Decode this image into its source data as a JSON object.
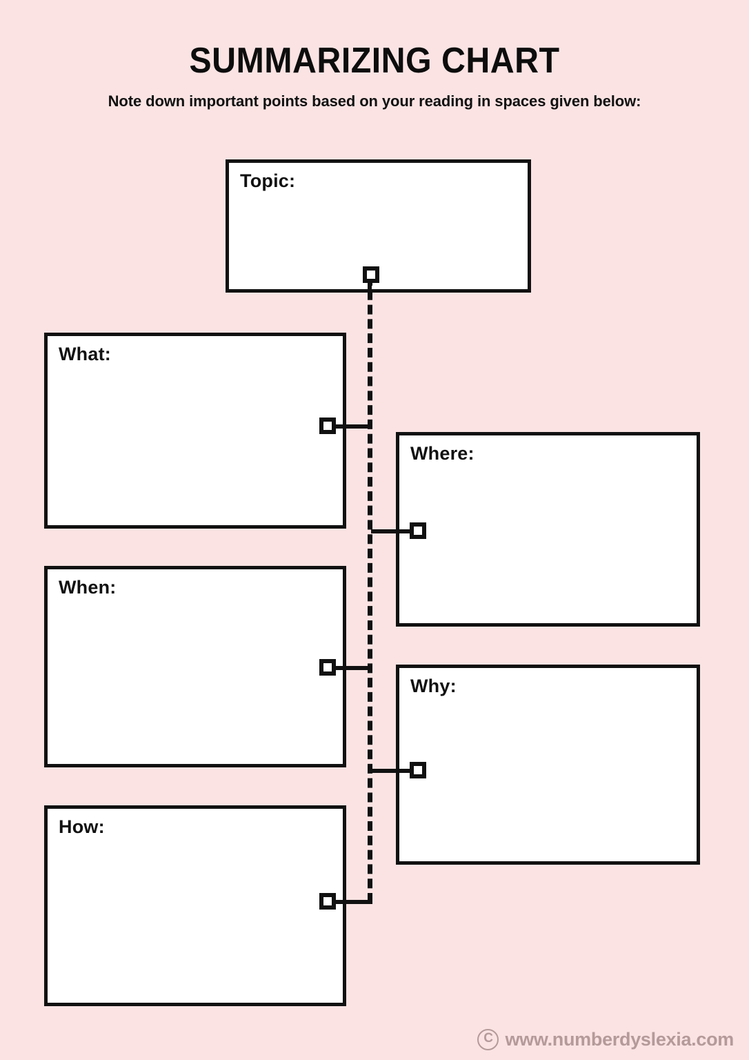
{
  "page": {
    "background_color": "#fbe3e3",
    "ink_color": "#111111",
    "box_fill": "#ffffff"
  },
  "header": {
    "title": "SUMMARIZING CHART",
    "subtitle": "Note down important points based on your reading in spaces given below:"
  },
  "boxes": [
    {
      "id": "topic",
      "label": "Topic:",
      "value": "",
      "column": "center"
    },
    {
      "id": "what",
      "label": "What:",
      "value": "",
      "column": "left"
    },
    {
      "id": "when",
      "label": "When:",
      "value": "",
      "column": "left"
    },
    {
      "id": "how",
      "label": "How:",
      "value": "",
      "column": "left"
    },
    {
      "id": "where",
      "label": "Where:",
      "value": "",
      "column": "right"
    },
    {
      "id": "why",
      "label": "Why:",
      "value": "",
      "column": "right"
    }
  ],
  "connectors": {
    "spine_style": "dashed",
    "node_shape": "square",
    "node_count": 6
  },
  "footer": {
    "copyright_symbol": "C",
    "website": "www.numberdyslexia.com",
    "color": "#b59a9a"
  }
}
